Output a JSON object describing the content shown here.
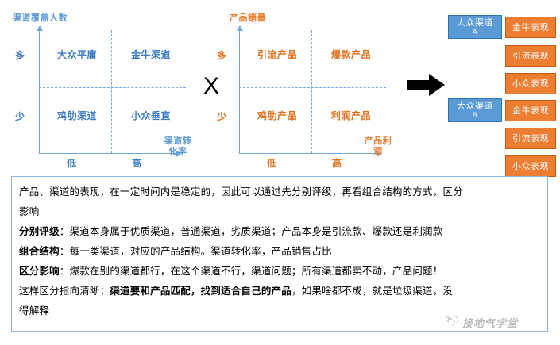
{
  "charts": [
    {
      "id": "channel-matrix",
      "title": "渠道覆盖人数",
      "color": "#5B9BD5",
      "y_ticks": [
        "多",
        "少"
      ],
      "x_ticks": [
        "低",
        "高"
      ],
      "x_axis_name": "渠道转化率",
      "quadrants": [
        {
          "key": "top-left",
          "label": "大众平庸"
        },
        {
          "key": "top-right",
          "label": "金牛渠道"
        },
        {
          "key": "bottom-left",
          "label": "鸡肋渠道"
        },
        {
          "key": "bottom-right",
          "label": "小众垂直"
        }
      ]
    },
    {
      "id": "product-matrix",
      "title": "产品销量",
      "color": "#ED7D31",
      "y_ticks": [
        "多",
        "少"
      ],
      "x_ticks": [
        "低",
        "高"
      ],
      "x_axis_name": "产品利润",
      "quadrants": [
        {
          "key": "top-left",
          "label": "引流产品"
        },
        {
          "key": "top-right",
          "label": "爆款产品"
        },
        {
          "key": "bottom-left",
          "label": "鸡肋产品"
        },
        {
          "key": "bottom-right",
          "label": "利润产品"
        }
      ]
    }
  ],
  "operators": {
    "multiply": "X",
    "arrow": "arrow-right"
  },
  "result_groups": [
    {
      "channel": {
        "name": "大众渠道",
        "sub": "A"
      },
      "products": [
        "金牛表现",
        "引流表现",
        "小众表现"
      ]
    },
    {
      "channel": {
        "name": "大众渠道",
        "sub": "B"
      },
      "products": [
        "金牛表现",
        "引流表现",
        "小众表现"
      ]
    }
  ],
  "description": {
    "lines": [
      {
        "bold_prefix": "",
        "text": "产品、渠道的表现，在一定时间内是稳定的，因此可以通过先分别评级，再看组合结构的方式，区分"
      },
      {
        "bold_prefix": "",
        "text": "影响"
      },
      {
        "bold_prefix": "分别评级",
        "text": "：渠道本身属于优质渠道，普通渠道，劣质渠道；产品本身是引流款、爆款还是利润款"
      },
      {
        "bold_prefix": "组合结构",
        "text": "：每一类渠道，对应的产品结构。渠道转化率，产品销售占比"
      },
      {
        "bold_prefix": "区分影响",
        "text": "：爆款在别的渠道都行，在这个渠道不行，渠道问题；所有渠道都卖不动，产品问题！"
      },
      {
        "bold_prefix": "",
        "text": "这样区分指向清晰：",
        "bold_mid": "渠道要和产品匹配，找到适合自己的产品",
        "text_tail": "，如果啥都不成，就是垃圾渠道，没"
      },
      {
        "bold_prefix": "",
        "text": "得解释"
      }
    ]
  },
  "watermark": {
    "text": "接地气学堂"
  },
  "colors": {
    "blue": "#5B9BD5",
    "blue_dark": "#2E75B6",
    "orange": "#ED7D31",
    "orange_dark": "#C55A11",
    "panel_border": "#8EB4D9"
  }
}
